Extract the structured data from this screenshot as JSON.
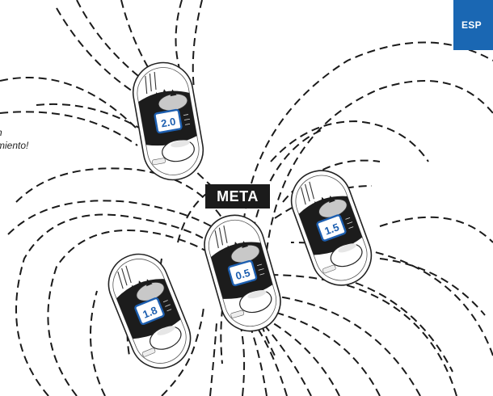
{
  "language_tab": {
    "label": "ESP",
    "color": "#1a67b3"
  },
  "caption": {
    "line1": "n",
    "line2": "miento!"
  },
  "meta_label": "META",
  "devices": [
    {
      "value": "2.0"
    },
    {
      "value": "1.5"
    },
    {
      "value": "0.5"
    },
    {
      "value": "1.8"
    }
  ],
  "colors": {
    "display_blue": "#1d5fb0",
    "device_dark": "#1c1c1c",
    "meta_bg": "#1b1b1b"
  }
}
